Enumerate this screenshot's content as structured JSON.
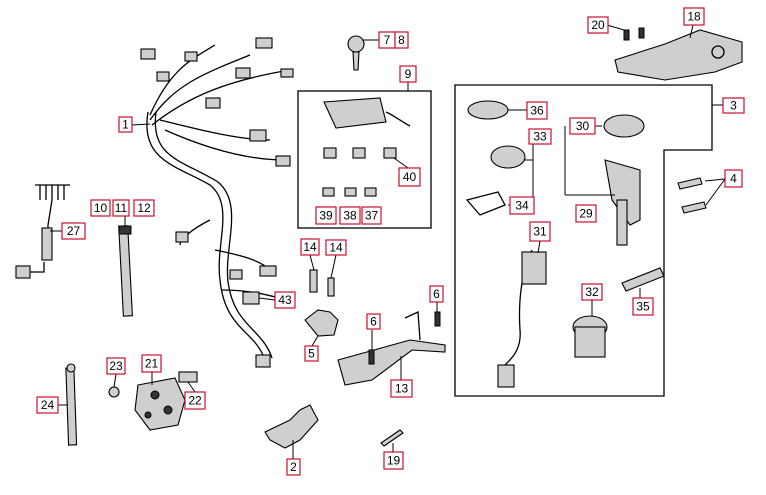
{
  "callouts": {
    "c1": "1",
    "c2": "2",
    "c3": "3",
    "c4": "4",
    "c5": "5",
    "c6a": "6",
    "c6b": "6",
    "c7": "7",
    "c8": "8",
    "c9": "9",
    "c10": "10",
    "c11": "11",
    "c12": "12",
    "c13": "13",
    "c14a": "14",
    "c14b": "14",
    "c18": "18",
    "c19": "19",
    "c20": "20",
    "c21": "21",
    "c22": "22",
    "c23": "23",
    "c24": "24",
    "c27": "27",
    "c29": "29",
    "c30": "30",
    "c31": "31",
    "c32": "32",
    "c33": "33",
    "c34": "34",
    "c35": "35",
    "c36": "36",
    "c37": "37",
    "c38": "38",
    "c39": "39",
    "c40": "40",
    "c43": "43"
  },
  "colors": {
    "callout_border": "#c8102e",
    "line": "#000000"
  }
}
